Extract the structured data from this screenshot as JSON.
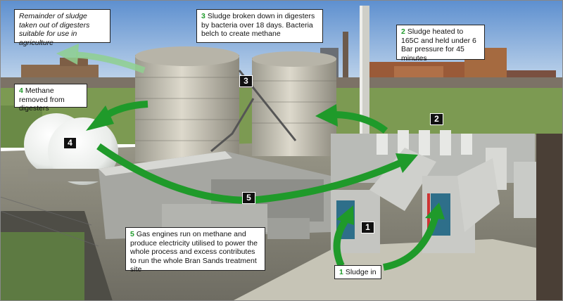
{
  "callouts": {
    "agri": {
      "text": "Remainder of sludge taken out of digesters suitable for use in agriculture"
    },
    "c3": {
      "num": "3",
      "text": "Sludge broken down in digesters by bacteria over 18 days. Bacteria belch to create methane"
    },
    "c2": {
      "num": "2",
      "text": "Sludge heated to 165C and held under 6 Bar pressure for 45 minutes"
    },
    "c4": {
      "num": "4",
      "text": "Methane removed from digesters"
    },
    "c5": {
      "num": "5",
      "text": "Gas engines run on methane and produce electricity utilised to power the whole process and excess contributes to run the whole Bran Sands treatment site"
    },
    "c1": {
      "num": "1",
      "text": "Sludge in"
    }
  },
  "markers": {
    "m1": "1",
    "m2": "2",
    "m3": "3",
    "m4": "4",
    "m5": "5"
  },
  "colors": {
    "arrow_green": "#1f9a2a",
    "arrow_faded": "#8fd08f",
    "sky": "#6f9fd6"
  }
}
